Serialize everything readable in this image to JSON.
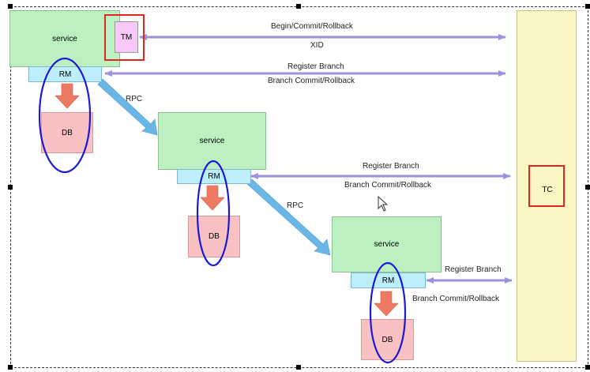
{
  "nodes": {
    "service_1": "service",
    "service_2": "service",
    "service_3": "service",
    "rm_1": "RM",
    "rm_2": "RM",
    "rm_3": "RM",
    "db_1": "DB",
    "db_2": "DB",
    "db_3": "DB",
    "tm": "TM",
    "tc": "TC"
  },
  "edges": {
    "tm_tc_top": "Begin/Commit/Rollback",
    "tm_tc_bottom": "XID",
    "rm1_tc_top": "Register Branch",
    "rm1_tc_bottom": "Branch Commit/Rollback",
    "rpc_1": "RPC",
    "rm2_tc_top": "Register Branch",
    "rm2_tc_bottom": "Branch Commit/Rollback",
    "rpc_2": "RPC",
    "rm3_tc_top": "Register Branch",
    "rm3_tc_bottom": "Branch Commit/Rollback"
  },
  "colors": {
    "service": "#bdf0c0",
    "rm": "#bdeefc",
    "db": "#f9c1c1",
    "tm": "#f8c8f8",
    "tc": "#fbf7c4",
    "arrow_purple": "#9b93dc",
    "arrow_blue": "#6ab6e6",
    "arrow_red": "#ee7a63",
    "highlight_red": "#e0261e",
    "highlight_blue": "#1a1ad6"
  }
}
